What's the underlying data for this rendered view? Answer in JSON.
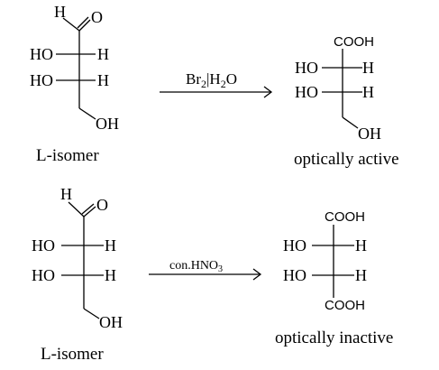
{
  "reaction_1": {
    "reactant": {
      "top_h": "H",
      "top_o": "O",
      "row1_left": "HO",
      "row1_right": "H",
      "row2_left": "HO",
      "row2_right": "H",
      "bottom": "OH",
      "caption": "L-isomer"
    },
    "reagent": {
      "main": "Br",
      "sub1": "2",
      "mid": "|H",
      "sub2": "2",
      "end": "O"
    },
    "product": {
      "top": "COOH",
      "row1_left": "HO",
      "row1_right": "H",
      "row2_left": "HO",
      "row2_right": "H",
      "bottom": "OH",
      "caption": "optically active"
    }
  },
  "reaction_2": {
    "reactant": {
      "top_h": "H",
      "top_o": "O",
      "row1_left": "HO",
      "row1_right": "H",
      "row2_left": "HO",
      "row2_right": "H",
      "bottom": "OH",
      "caption": "L-isomer"
    },
    "reagent": {
      "main": "con.HNO",
      "sub": "3"
    },
    "product": {
      "top": "COOH",
      "row1_left": "HO",
      "row1_right": "H",
      "row2_left": "HO",
      "row2_right": "H",
      "bottom": "COOH",
      "caption": "optically inactive"
    }
  }
}
